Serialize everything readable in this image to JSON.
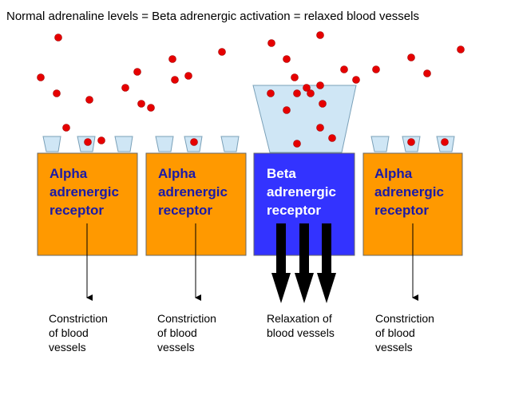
{
  "title": "Normal adrenaline levels = Beta adrenergic activation = relaxed blood vessels",
  "colors": {
    "alpha_fill": "#ff9900",
    "alpha_text": "#1a1aa8",
    "beta_fill": "#3333ff",
    "beta_text": "#ffffff",
    "cup_fill": "#cfe6f5",
    "cup_stroke": "#7aa0b8",
    "molecule": "#e60000"
  },
  "receptors": [
    {
      "type": "alpha",
      "label_lines": [
        "Alpha",
        "adrenergic",
        "receptor"
      ],
      "effect_lines": [
        "Constriction",
        "of blood",
        "vessels"
      ]
    },
    {
      "type": "alpha",
      "label_lines": [
        "Alpha",
        "adrenergic",
        "receptor"
      ],
      "effect_lines": [
        "Constriction",
        "of blood",
        "vessels"
      ]
    },
    {
      "type": "beta",
      "label_lines": [
        "Beta",
        "adrenergic",
        "receptor"
      ],
      "effect_lines": [
        "Relaxation of",
        "blood vessels"
      ]
    },
    {
      "type": "alpha",
      "label_lines": [
        "Alpha",
        "adrenergic",
        "receptor"
      ],
      "effect_lines": [
        "Constriction",
        "of blood",
        "vessels"
      ]
    }
  ]
}
